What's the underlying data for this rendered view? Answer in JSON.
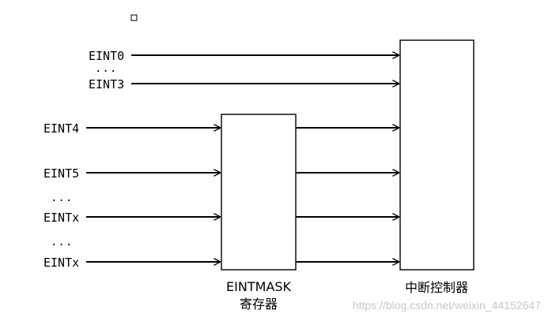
{
  "inputs_to_controller": [
    {
      "label": "EINT0"
    },
    {
      "label": "..."
    },
    {
      "label": "EINT3"
    }
  ],
  "inputs_to_mask": [
    {
      "label": "EINT4"
    },
    {
      "label": "EINT5"
    },
    {
      "label": "..."
    },
    {
      "label": "EINTx"
    },
    {
      "label": "..."
    },
    {
      "label": "EINTx"
    }
  ],
  "mask_register": {
    "name_line1": "EINTMASK",
    "name_line2": "寄存器"
  },
  "interrupt_controller": {
    "name": "中断控制器"
  },
  "watermark": "https://blog.csdn.net/weixin_44152647",
  "colors": {
    "line": "#000000",
    "background": "#ffffff",
    "watermark": "#c7c7c7"
  }
}
